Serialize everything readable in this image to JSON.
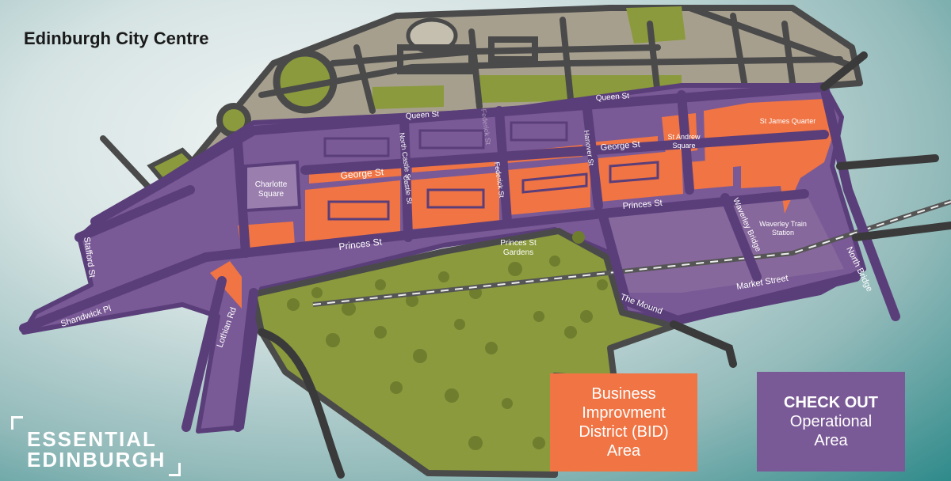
{
  "title": "Edinburgh City Centre",
  "colors": {
    "bid_orange": "#f07444",
    "checkout_purple": "#7a5a96",
    "road": "#4a4a4a",
    "park_green": "#8a9a3c",
    "new_town_beige": "#a79f8e"
  },
  "streets": {
    "queen_st_1": "Queen St",
    "queen_st_2": "Queen St",
    "george_st_1": "George St",
    "george_st_2": "George St",
    "princes_st_1": "Princes St",
    "princes_st_2": "Princes St",
    "north_castle_st": "North Castle St",
    "castle_st": "Castle St",
    "federick_st": "Federick St",
    "federick_st_faint": "Federick St",
    "hanover_st": "Hanover St",
    "stafford_st": "Stafford St",
    "shandwick_pl": "Shandwick Pl",
    "lothian_rd": "Lothian Rd",
    "the_mound": "The Mound",
    "market_street": "Market Street",
    "north_bridge": "North Bridge",
    "waverley_bridge": "Waverley Bridge"
  },
  "places": {
    "charlotte_square_1": "Charlotte",
    "charlotte_square_2": "Square",
    "st_andrew_square_1": "St Andrew",
    "st_andrew_square_2": "Square",
    "st_james_quarter": "St James Quarter",
    "waverley_station_1": "Waverley Train",
    "waverley_station_2": "Station",
    "princes_st_gardens_1": "Princes St",
    "princes_st_gardens_2": "Gardens"
  },
  "legend": {
    "bid_line1": "Business",
    "bid_line2": "Improvment",
    "bid_line3": "District (BID)",
    "bid_line4": "Area",
    "checkout_line1": "CHECK OUT",
    "checkout_line2": "Operational",
    "checkout_line3": "Area"
  },
  "logo": {
    "line1": "ESSENTIAL",
    "line2": "EDINBURGH"
  }
}
